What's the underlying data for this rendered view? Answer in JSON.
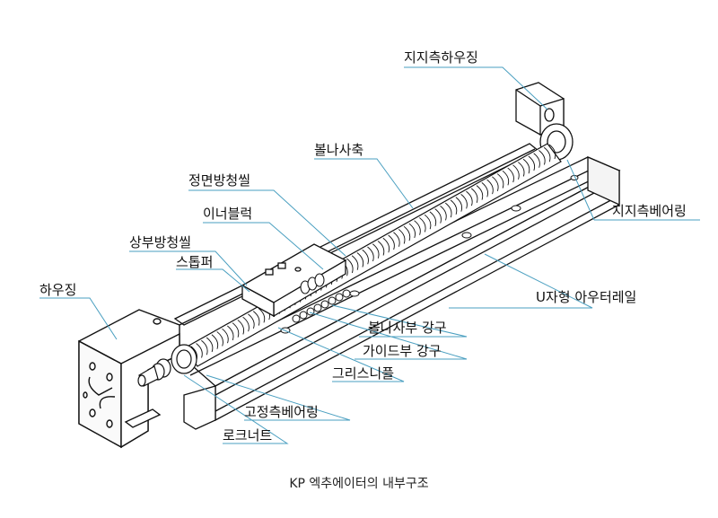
{
  "caption": "KP 엑추에이터의 내부구조",
  "labels": {
    "support_housing": "지지측하우징",
    "ball_screw_shaft": "볼나사축",
    "support_bearing": "지지측베어링",
    "front_seal": "정면방청씰",
    "inner_block": "이너블럭",
    "top_seal": "상부방청씰",
    "stopper": "스톱퍼",
    "housing": "하우징",
    "u_outer_rail": "U자형 아우터레일",
    "ball_screw_steel": "볼나사부 강구",
    "guide_steel": "가이드부 강구",
    "grease_nipple": "그리스니플",
    "fixed_bearing": "고정측베어링",
    "lock_nut": "로크너트"
  }
}
